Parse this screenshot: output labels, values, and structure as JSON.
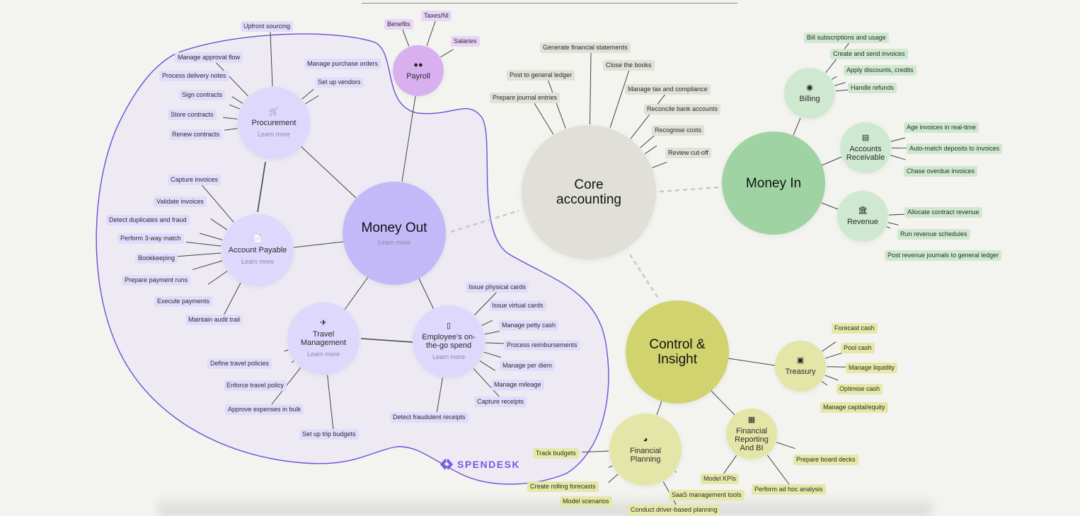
{
  "brand": {
    "name": "SPENDESK",
    "color": "#7a5ae0"
  },
  "colors": {
    "money_out": "#c3b8f8",
    "money_out_sub": "#ddd8fc",
    "payroll": "#d8b0f0",
    "core": "#e0e0d8",
    "money_in": "#9fd3a3",
    "money_in_sub": "#cfe9d0",
    "control": "#d0d36e",
    "control_sub": "#e4e6a8",
    "region_outline": "#6c4fd8"
  },
  "learn_more": "Learn more",
  "nodes": {
    "money_out": {
      "title": "Money Out",
      "learn": "Learn more"
    },
    "procurement": {
      "title": "Procurement",
      "icon": "cart-icon",
      "learn": "Learn more",
      "tasks": [
        "Upfront sourcing",
        "Manage approval flow",
        "Process delivery notes",
        "Sign contracts",
        "Store contracts",
        "Renew contracts",
        "Manage purchase orders",
        "Set up vendors"
      ]
    },
    "account_payable": {
      "title": "Account Payable",
      "icon": "invoice-icon",
      "learn": "Learn more",
      "tasks": [
        "Capture invoices",
        "Validate invoices",
        "Detect duplicates and fraud",
        "Perform 3-way match",
        "Bookkeeping",
        "Prepare payment runs",
        "Execute payments",
        "Maintain audit trail"
      ]
    },
    "travel": {
      "title": "Travel Management",
      "icon": "plane-icon",
      "learn": "Learn more",
      "tasks": [
        "Define travel policies",
        "Enforce travel policy",
        "Approve expenses in bulk",
        "Set up trip budgets"
      ]
    },
    "employee_spend": {
      "title": "Employee's on-the-go spend",
      "icon": "phone-icon",
      "learn": "Learn more",
      "tasks": [
        "Issue physical cards",
        "Issue virtual cards",
        "Manage petty cash",
        "Process reimbursements",
        "Manage per diem",
        "Manage mileage",
        "Capture receipts",
        "Detect fraudulent receipts"
      ]
    },
    "payroll": {
      "title": "Payroll",
      "icon": "people-icon",
      "tasks": [
        "Benefits",
        "Taxes/NI",
        "Salaries"
      ]
    },
    "core": {
      "title": "Core accounting",
      "tasks": [
        "Prepare journal entries",
        "Post to general ledger",
        "Generate financial statements",
        "Close the books",
        "Manage tax and compliance",
        "Reconcile bank accounts",
        "Recognise costs",
        "Review cut-off"
      ]
    },
    "money_in": {
      "title": "Money In"
    },
    "billing": {
      "title": "Billing",
      "icon": "piggy-bank-icon",
      "tasks": [
        "Bill subscriptions and usage",
        "Create and send invoices",
        "Apply discounts, credits",
        "Handle refunds"
      ]
    },
    "ar": {
      "title": "Accounts Receivable",
      "icon": "store-icon",
      "tasks": [
        "Age invoices in real-time",
        "Auto-match deposits to invoices",
        "Chase overdue invoices"
      ]
    },
    "revenue": {
      "title": "Revenue",
      "icon": "bank-icon",
      "tasks": [
        "Allocate contract revenue",
        "Run revenue schedules",
        "Post revenue journals to general ledger"
      ]
    },
    "control": {
      "title": "Control & Insight"
    },
    "treasury": {
      "title": "Treasury",
      "icon": "cash-icon",
      "tasks": [
        "Forecast cash",
        "Pool cash",
        "Manage liquidity",
        "Optimise cash",
        "Manage capital/equity"
      ]
    },
    "fin_planning": {
      "title": "Financial Planning",
      "icon": "pie-chart-icon",
      "tasks": [
        "Track budgets",
        "Create rolling forecasts",
        "Model scenarios",
        "Conduct driver-based planning",
        "SaaS management tools"
      ]
    },
    "fin_reporting": {
      "title": "Financial Reporting And BI",
      "icon": "table-icon",
      "tasks": [
        "Model KPIs",
        "Perform ad hoc analysis",
        "Prepare board decks"
      ]
    }
  }
}
